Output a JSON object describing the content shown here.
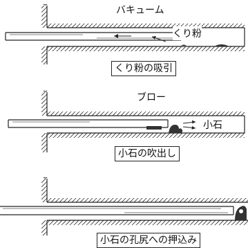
{
  "panels": [
    {
      "title": "バキューム",
      "label": "くり粉",
      "caption": "くり粉の吸引"
    },
    {
      "title": "ブロー",
      "label": "小石",
      "caption": "小石の吹出し"
    },
    {
      "caption": "小石の孔尻への押込み"
    }
  ]
}
